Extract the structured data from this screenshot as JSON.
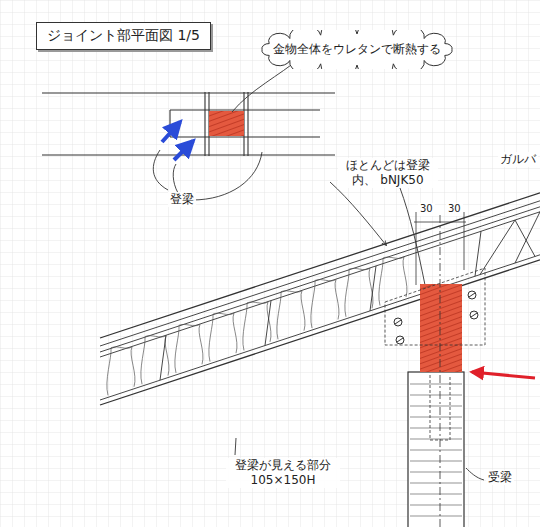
{
  "diagram": {
    "title": "ジョイント部平面図 1/5",
    "nodes": [
      {
        "text": [
          "金物全体をウレタンで断熱する"
        ]
      }
    ],
    "labels": [
      "登梁",
      "ほとんどは登梁内、 bNJK50",
      "30",
      "30",
      "ガルバ",
      "登梁が見える部分 105×150H",
      "受梁"
    ]
  }
}
